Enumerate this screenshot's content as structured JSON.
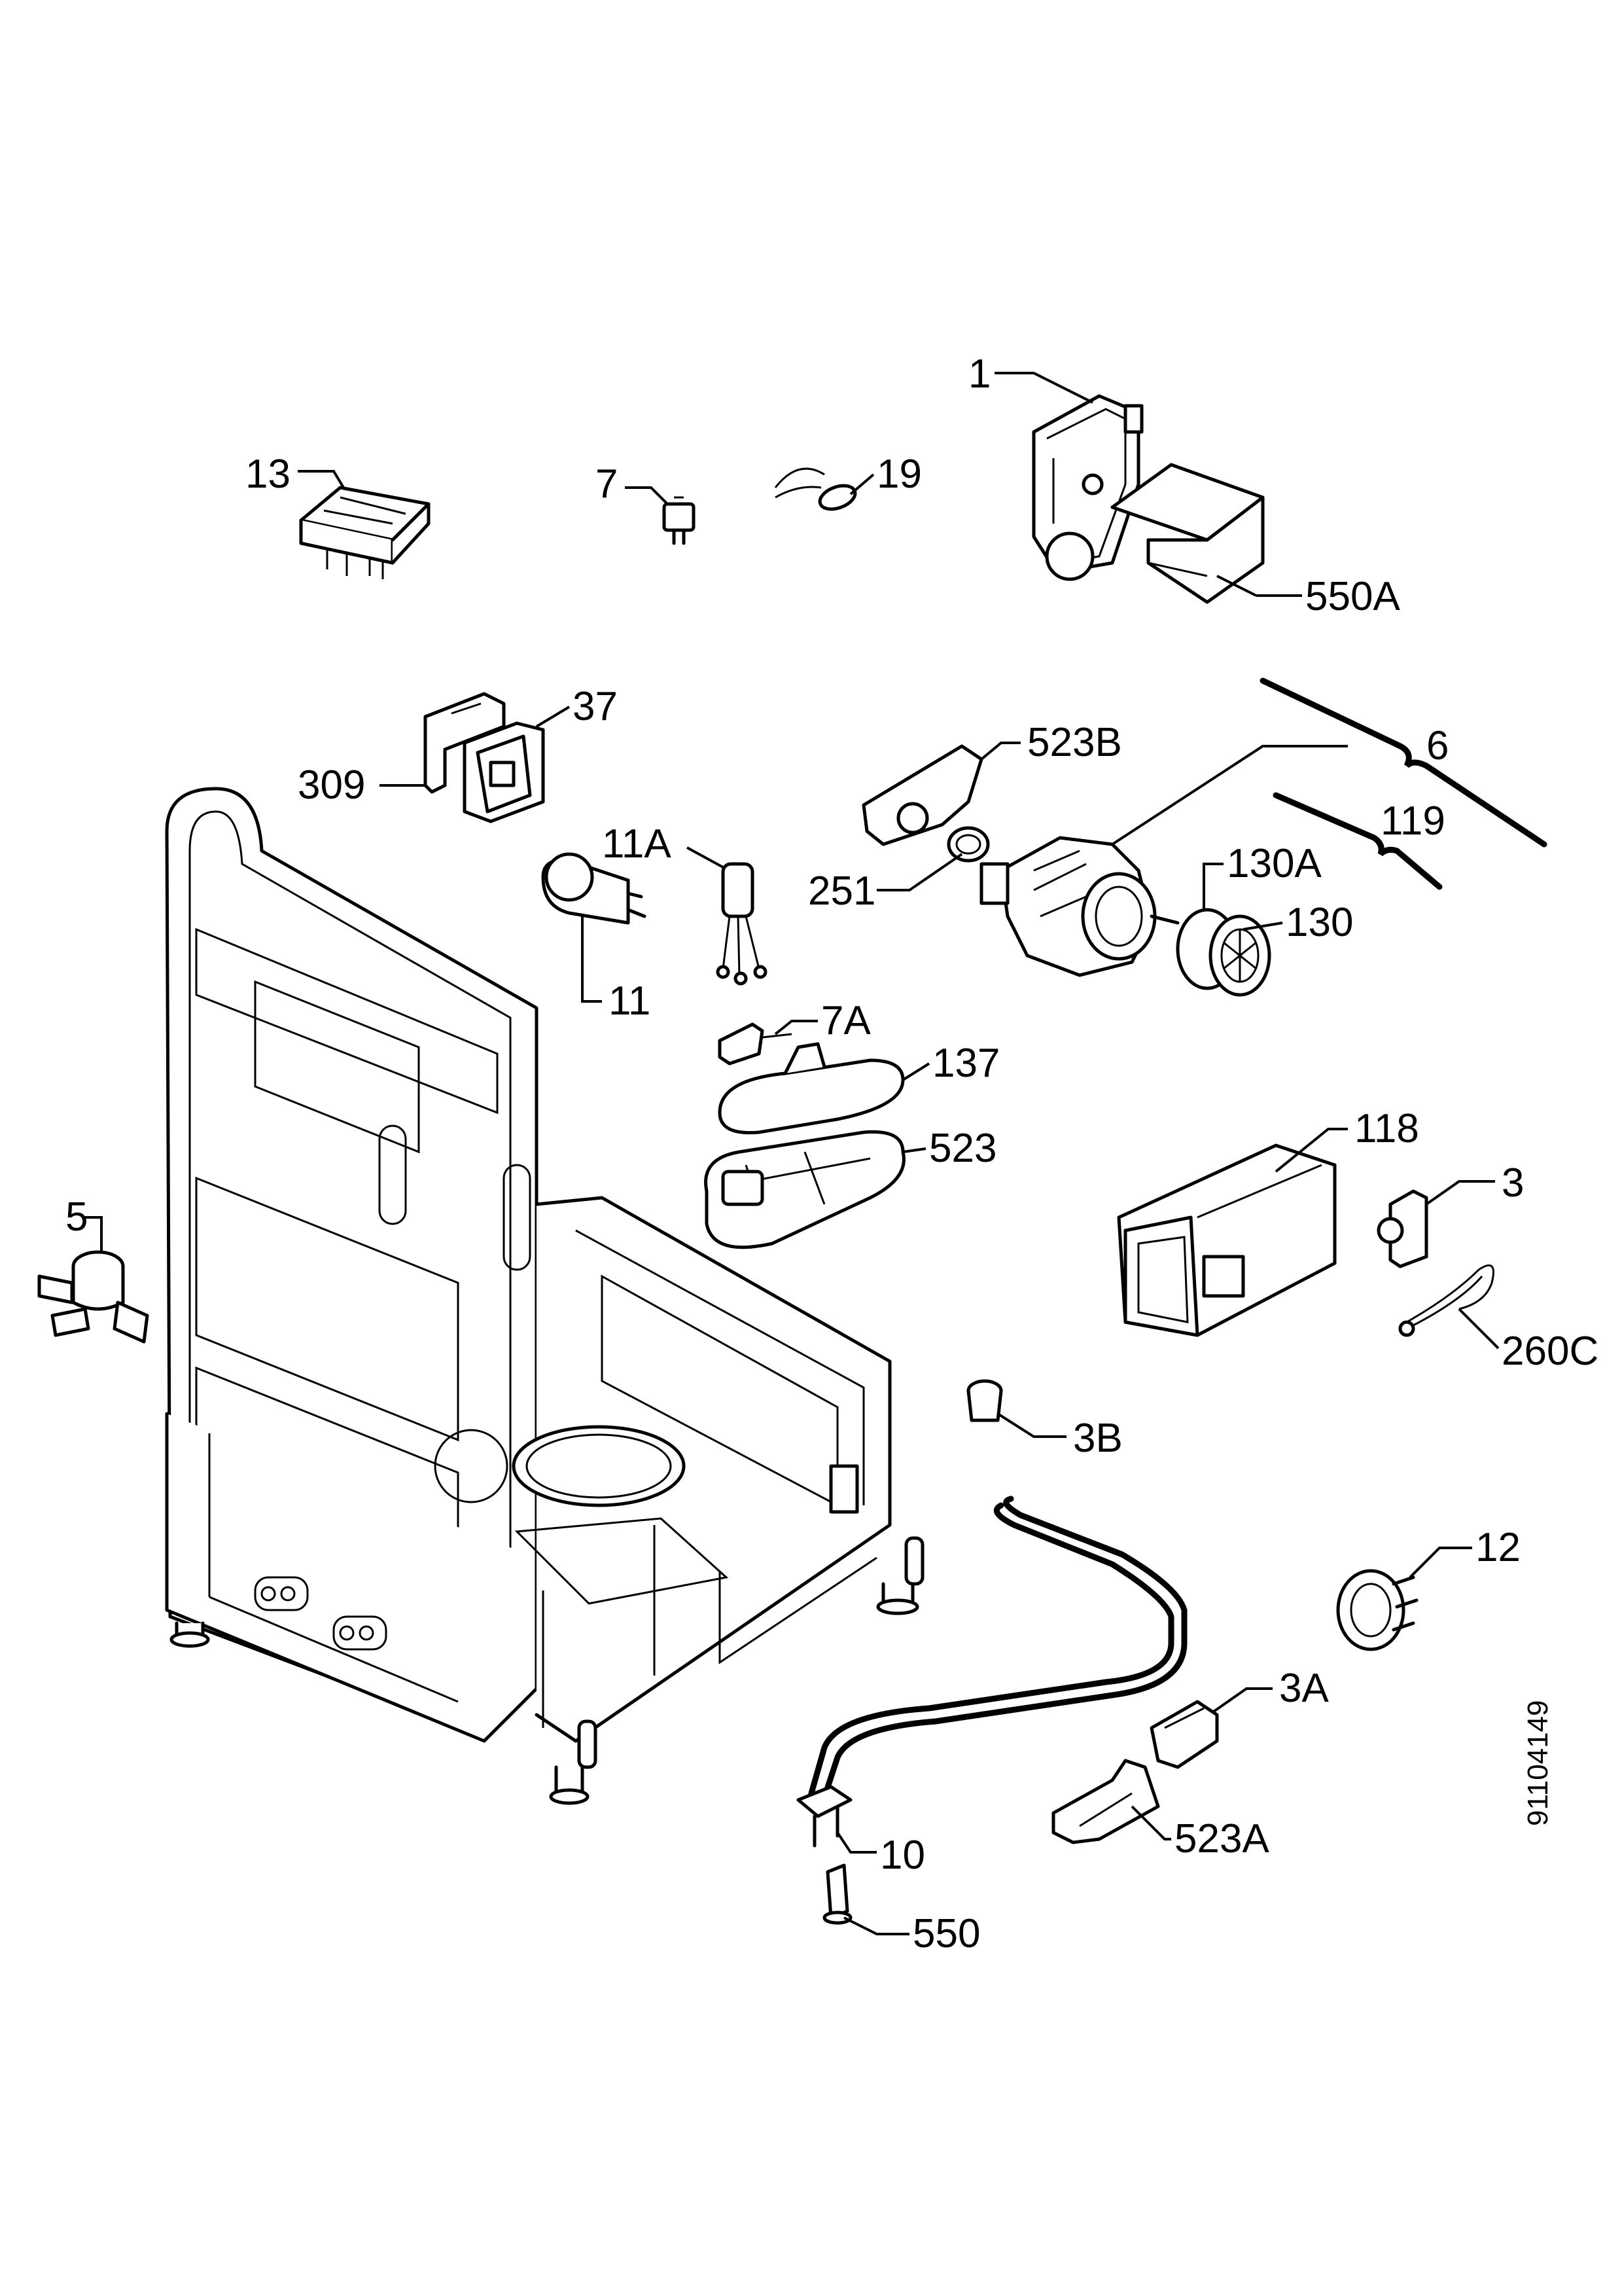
{
  "drawing": {
    "number": "91104149",
    "callouts": [
      {
        "id": "1",
        "text": "1"
      },
      {
        "id": "3",
        "text": "3"
      },
      {
        "id": "3A",
        "text": "3A"
      },
      {
        "id": "3B",
        "text": "3B"
      },
      {
        "id": "5",
        "text": "5"
      },
      {
        "id": "6",
        "text": "6"
      },
      {
        "id": "7",
        "text": "7"
      },
      {
        "id": "7A",
        "text": "7A"
      },
      {
        "id": "10",
        "text": "10"
      },
      {
        "id": "11",
        "text": "11"
      },
      {
        "id": "11A",
        "text": "11A"
      },
      {
        "id": "12",
        "text": "12"
      },
      {
        "id": "13",
        "text": "13"
      },
      {
        "id": "19",
        "text": "19"
      },
      {
        "id": "37",
        "text": "37"
      },
      {
        "id": "118",
        "text": "118"
      },
      {
        "id": "119",
        "text": "119"
      },
      {
        "id": "130",
        "text": "130"
      },
      {
        "id": "130A",
        "text": "130A"
      },
      {
        "id": "137",
        "text": "137"
      },
      {
        "id": "251",
        "text": "251"
      },
      {
        "id": "260C",
        "text": "260C"
      },
      {
        "id": "309",
        "text": "309"
      },
      {
        "id": "523",
        "text": "523"
      },
      {
        "id": "523A",
        "text": "523A"
      },
      {
        "id": "523B",
        "text": "523B"
      },
      {
        "id": "550",
        "text": "550"
      },
      {
        "id": "550A",
        "text": "550A"
      }
    ]
  }
}
